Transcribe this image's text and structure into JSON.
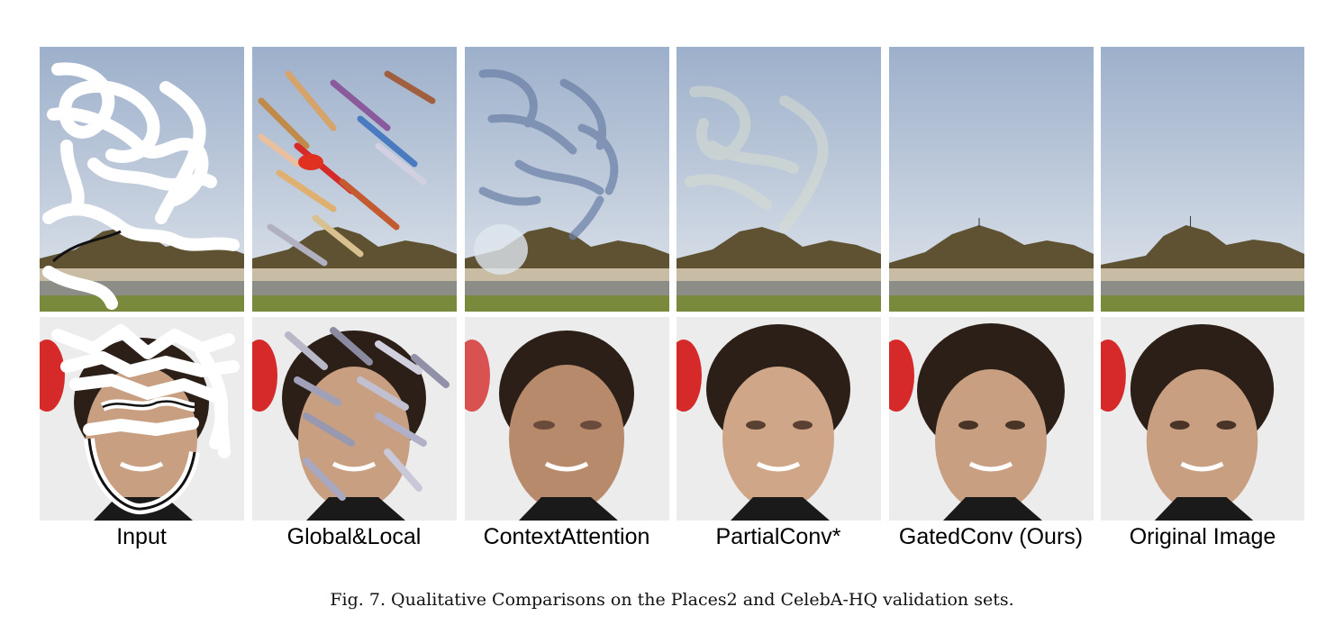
{
  "figure": {
    "columns": [
      {
        "label": "Input"
      },
      {
        "label": "Global&Local"
      },
      {
        "label": "ContextAttention"
      },
      {
        "label": "PartialConv*"
      },
      {
        "label": "GatedConv (Ours)"
      },
      {
        "label": "Original Image"
      }
    ],
    "rows": [
      "landscape",
      "face"
    ],
    "caption": "Fig. 7.  Qualitative Comparisons on the Places2 and CelebA-HQ validation sets."
  },
  "colors": {
    "sky_top": "#9fb1cc",
    "sky_bottom": "#dfe4ea",
    "rock": "#5e5232",
    "sand": "#c9bca4",
    "grass": "#7a8a3c",
    "skin": "#c99f82",
    "hair": "#2b1f18",
    "backdrop": "#ececec",
    "accent_red": "#d62a2a"
  }
}
